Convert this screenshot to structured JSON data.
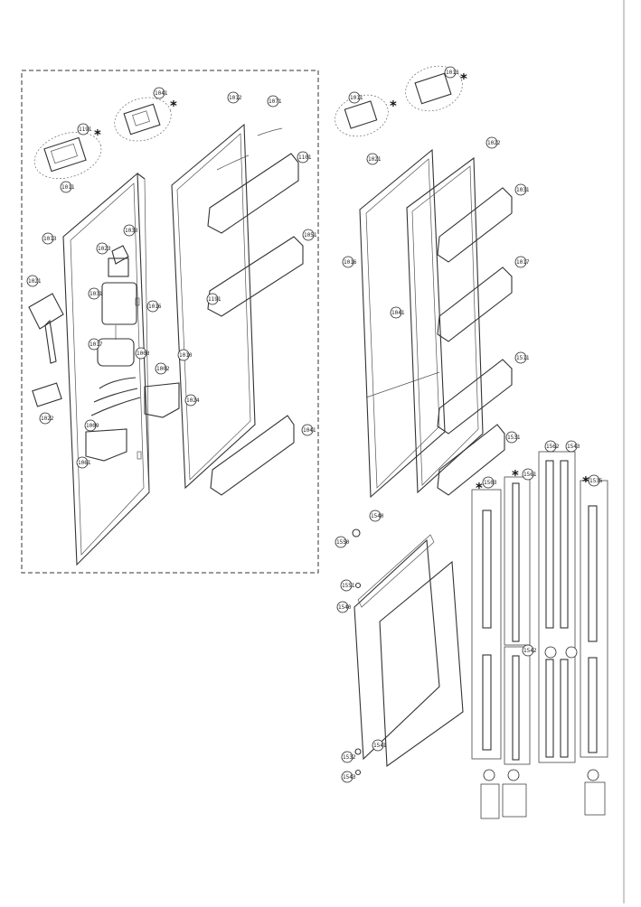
{
  "callouts": {
    "c1": "1191",
    "c2": "1041",
    "c3": "1011",
    "c4": "1013",
    "c5": "1021",
    "c6": "1022",
    "c7": "1033",
    "c8": "1023",
    "c9": "1031",
    "c10": "1016",
    "c11": "1017",
    "c12": "1003",
    "c13": "1002",
    "c14": "1010",
    "c15": "1009",
    "c16": "1024",
    "c17": "1061",
    "c18": "1012",
    "c19": "1071",
    "c20": "1101",
    "c21": "1051",
    "c22": "1191",
    "c23": "1041",
    "c24": "1011",
    "c25": "1013",
    "c26": "1021",
    "c27": "1022",
    "c28": "1031",
    "c29": "1016",
    "c30": "1017",
    "c31": "1041",
    "c32": "1511",
    "c33": "1531",
    "c34": "1540",
    "c35": "1550",
    "c36": "1551",
    "c37": "1540",
    "c38": "1541",
    "c39": "1532",
    "c40": "1543",
    "c41": "1503",
    "c42": "1561",
    "c43": "1562",
    "c44": "1543",
    "c45": "1535",
    "c46": "1542"
  },
  "marks": {
    "star": "*"
  }
}
